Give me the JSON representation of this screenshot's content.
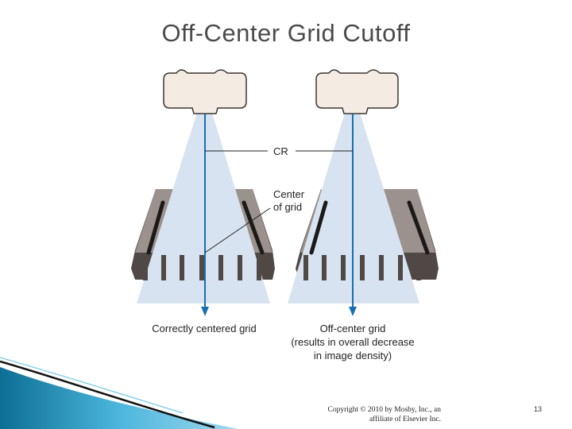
{
  "slide": {
    "title": "Off-Center Grid Cutoff",
    "page_number": "13",
    "copyright_line1": "Copyright © 2010 by Mosby, Inc., an",
    "copyright_line2": "affiliate of Elsevier Inc."
  },
  "diagram": {
    "label_cr": "CR",
    "label_center_1": "Center",
    "label_center_2": "of grid",
    "caption_left": "Correctly centered grid",
    "caption_right_1": "Off-center grid",
    "caption_right_2": "(results in overall decrease",
    "caption_right_3": "in image density)"
  },
  "colors": {
    "tube_fill": "#f4ebe3",
    "beam": "#d7e3f1",
    "central_ray": "#1a6fb0",
    "grid_dark": "#4f4844",
    "grid_light": "#9b918d",
    "accent_wave": "#2a9fd0"
  }
}
